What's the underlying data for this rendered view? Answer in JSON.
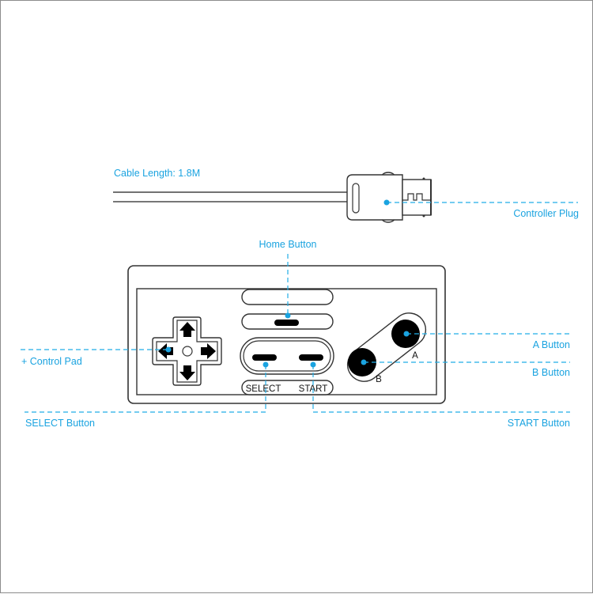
{
  "diagram": {
    "title": "Controller layout",
    "accent_color": "#1aa3e0",
    "labels": {
      "cable_length": "Cable Length: 1.8M",
      "controller_plug": "Controller Plug",
      "home_button": "Home Button",
      "control_pad": "+ Control Pad",
      "a_button": "A  Button",
      "b_button": "B  Button",
      "select_button": "SELECT Button",
      "start_button": "START Button"
    },
    "device_text": {
      "select": "SELECT",
      "start": "START",
      "a": "A",
      "b": "B"
    }
  }
}
